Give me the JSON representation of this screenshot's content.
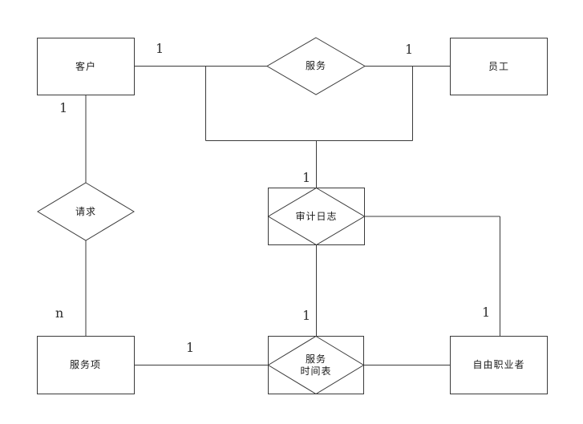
{
  "diagram": {
    "entities": {
      "customer": "客户",
      "employee": "员工",
      "service_item": "服务项",
      "freelancer": "自由职业者"
    },
    "relationships": {
      "service": "服务",
      "request": "请求",
      "audit_log": "审计日志",
      "service_schedule": {
        "line1": "服务",
        "line2": "时间表"
      }
    },
    "cardinalities": {
      "customer_to_service": "1",
      "service_to_employee": "1",
      "customer_to_request": "1",
      "request_to_service_item": "n",
      "bracket_to_audit_log": "1",
      "audit_log_to_schedule": "1",
      "freelancer_to_audit_log": "1",
      "service_item_to_schedule": "1"
    },
    "colors": {
      "stroke": "#3a3a3a",
      "background": "#ffffff"
    }
  }
}
